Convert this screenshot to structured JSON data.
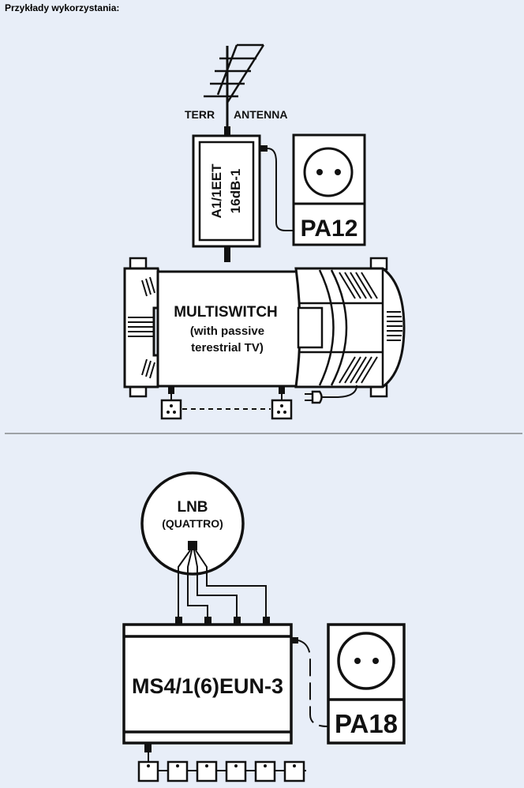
{
  "heading": "Przykłady wykorzystania:",
  "diagram1": {
    "antenna_left_label": "TERR",
    "antenna_right_label": "ANTENNA",
    "amplifier_line1": "A1/1EET",
    "amplifier_line2": "16dB-1",
    "power_supply": "PA12",
    "multiswitch_title": "MULTISWITCH",
    "multiswitch_line2": "(with passive",
    "multiswitch_line3": "terestrial TV)"
  },
  "diagram2": {
    "lnb_title": "LNB",
    "lnb_subtitle": "(QUATTRO)",
    "multiswitch_model": "MS4/1(6)EUN-3",
    "power_supply": "PA18"
  }
}
